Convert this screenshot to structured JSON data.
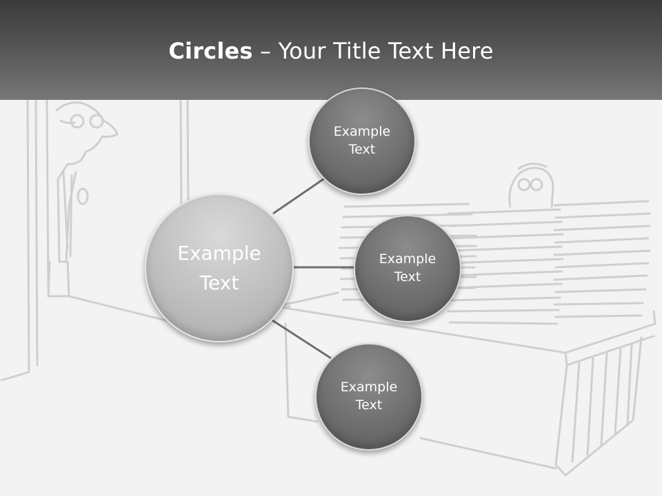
{
  "header": {
    "title_bold": "Circles",
    "title_rest": " – Your Title Text Here"
  },
  "diagram": {
    "center": {
      "label": "Example\nText"
    },
    "nodes": [
      {
        "label": "Example\nText"
      },
      {
        "label": "Example\nText"
      },
      {
        "label": "Example\nText"
      }
    ]
  },
  "colors": {
    "header_dark": "#3a3a3a",
    "header_light": "#777777",
    "center_fill": "#c3c3c3",
    "node_fill": "#6f6f6f",
    "connector": "#6e6e6e",
    "background": "#f3f3f3"
  }
}
